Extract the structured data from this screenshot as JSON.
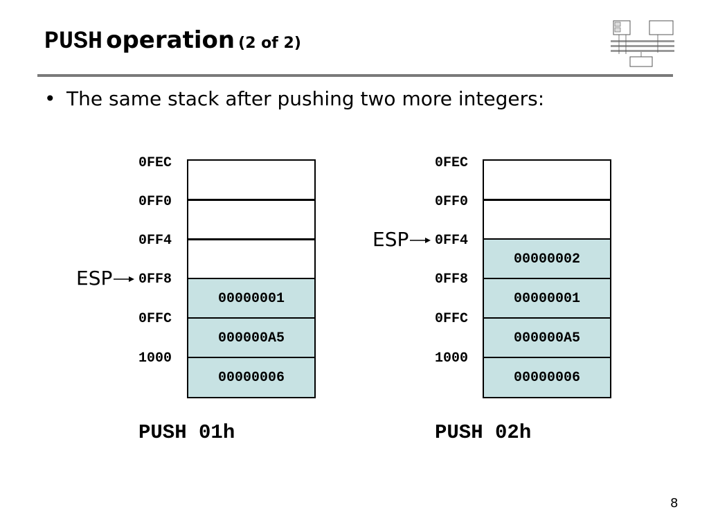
{
  "title": {
    "mono": "PUSH",
    "main": "operation",
    "suffix": "(2 of 2)"
  },
  "bullet": {
    "marker": "•",
    "text": "The same stack after pushing two more integers:"
  },
  "addresses": [
    "0FEC",
    "0FF0",
    "0FF4",
    "0FF8",
    "0FFC",
    "1000"
  ],
  "left_stack": {
    "cells": [
      "",
      "",
      "",
      "00000001",
      "000000A5",
      "00000006"
    ],
    "filled": [
      false,
      false,
      false,
      true,
      true,
      true
    ],
    "esp_label": "ESP",
    "esp_index": 3,
    "operation": "PUSH 01h"
  },
  "right_stack": {
    "cells": [
      "",
      "",
      "00000002",
      "00000001",
      "000000A5",
      "00000006"
    ],
    "filled": [
      false,
      false,
      true,
      true,
      true,
      true
    ],
    "esp_label": "ESP",
    "esp_index": 2,
    "operation": "PUSH 02h"
  },
  "colors": {
    "filled_cell": "#c7e2e3",
    "rule": "#7a7a7a"
  },
  "page_number": "8"
}
